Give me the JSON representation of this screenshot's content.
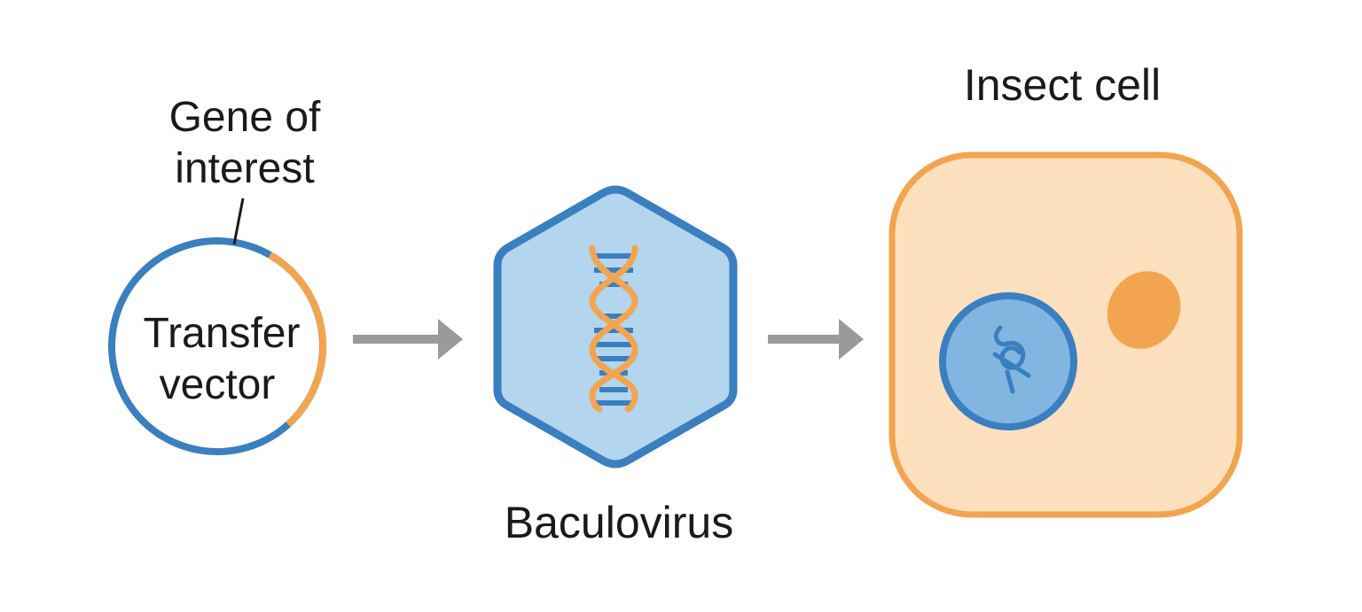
{
  "diagram": {
    "plasmid": {
      "gene_label_line1": "Gene of",
      "gene_label_line2": "interest",
      "center_label_line1": "Transfer",
      "center_label_line2": "vector"
    },
    "virus": {
      "label": "Baculovirus"
    },
    "cell": {
      "label": "Insect cell"
    },
    "colors": {
      "blue": "#3a7fbf",
      "light_blue": "#b3d5ee",
      "nucleus_blue": "#82b6e0",
      "orange": "#f2a54e",
      "cell_fill": "#fde0bd",
      "arrow_gray": "#9a9a9a",
      "text": "#1a1a1a"
    },
    "icons": [
      "plasmid-icon",
      "arrow-right-icon",
      "virus-capsid-icon",
      "dna-helix-icon",
      "insect-cell-icon",
      "nucleus-icon",
      "organelle-icon"
    ]
  }
}
